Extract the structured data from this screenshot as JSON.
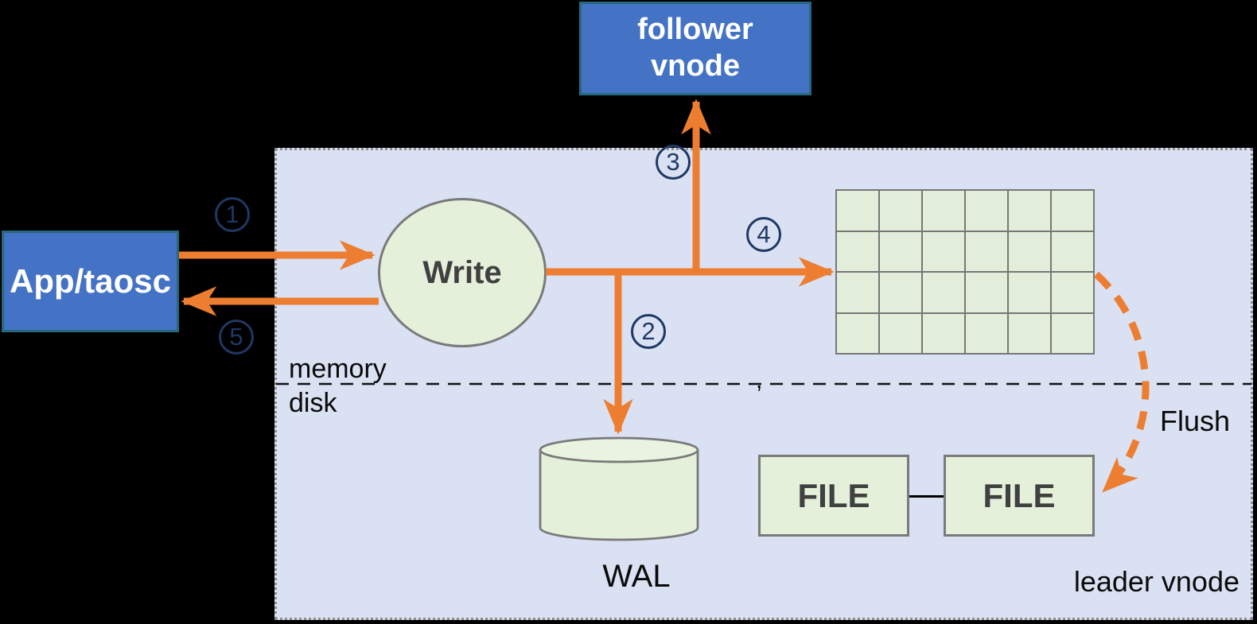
{
  "diagram": {
    "nodes": {
      "follower": {
        "line1": "follower",
        "line2": "vnode"
      },
      "app": {
        "label": "App/taosc"
      },
      "write": {
        "label": "Write"
      },
      "wal": {
        "label": "WAL"
      },
      "file_left": {
        "label": "FILE"
      },
      "file_right": {
        "label": "FILE"
      }
    },
    "region_labels": {
      "memory": "memory",
      "disk": "disk",
      "leader": "leader vnode"
    },
    "flows": {
      "flush_label": "Flush",
      "stray_comma": ",",
      "steps": [
        {
          "id": 1,
          "label": "1"
        },
        {
          "id": 2,
          "label": "2"
        },
        {
          "id": 3,
          "label": "3"
        },
        {
          "id": 4,
          "label": "4"
        },
        {
          "id": 5,
          "label": "5"
        }
      ]
    },
    "memtable_grid": {
      "rows": 4,
      "cols": 6
    },
    "colors": {
      "background": "#000000",
      "region_fill": "#dae1f2",
      "region_border": "#8f8f8f",
      "node_blue_fill": "#4472c4",
      "node_blue_border": "#26697e",
      "node_blue_text": "#ffffff",
      "node_green_fill": "#e4f0da",
      "node_green_border": "#7a7a7a",
      "node_green_text": "#404040",
      "arrow_orange": "#ed7d31",
      "step_navy": "#1f3864",
      "plain_text": "#000000"
    }
  }
}
